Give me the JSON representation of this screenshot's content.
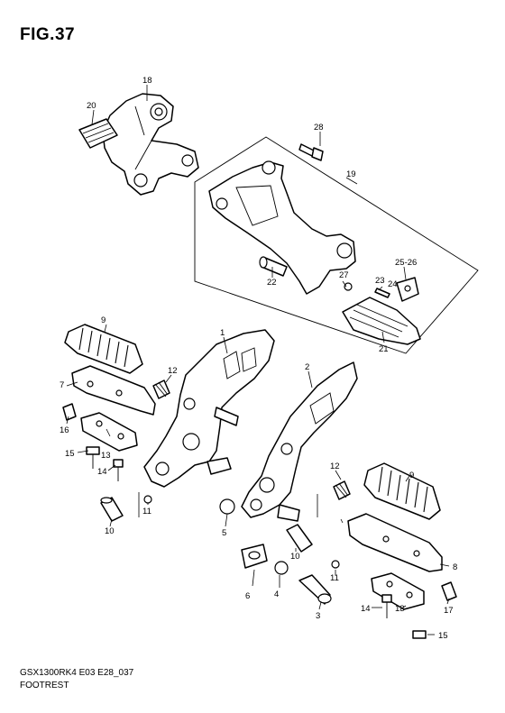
{
  "figure": {
    "title": "FIG.37"
  },
  "footer": {
    "model_code": "GSX1300RK4 E03 E28_037",
    "section_name": "FOOTREST"
  },
  "callouts": {
    "c1": "1",
    "c2": "2",
    "c3": "3",
    "c4": "4",
    "c5": "5",
    "c6": "6",
    "c7": "7",
    "c8": "8",
    "c9a": "9",
    "c9b": "9",
    "c10a": "10",
    "c10b": "10",
    "c11a": "11",
    "c11b": "11",
    "c12a": "12",
    "c12b": "12",
    "c13a": "13",
    "c13b": "13",
    "c14a": "14",
    "c14b": "14",
    "c15a": "15",
    "c15b": "15",
    "c16": "16",
    "c17": "17",
    "c18": "18",
    "c19": "19",
    "c20": "20",
    "c21": "21",
    "c22": "22",
    "c23": "23",
    "c24": "24",
    "c25_26": "25-26",
    "c27": "27",
    "c28": "28"
  }
}
